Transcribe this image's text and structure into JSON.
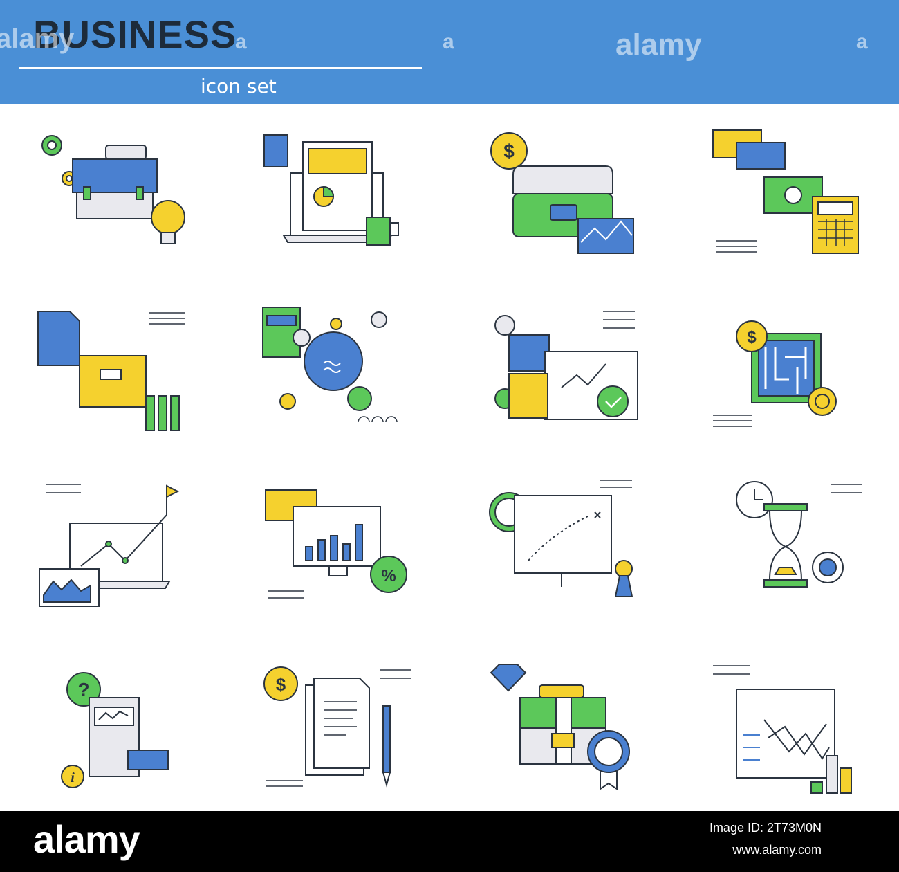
{
  "header": {
    "title": "BUSINESS",
    "subtitle": "icon set",
    "watermark": "alamy",
    "watermark_short": "a"
  },
  "colors": {
    "header_bg": "#4a8fd6",
    "outline": "#2b3440",
    "blue": "#4a80d0",
    "green": "#5cc85a",
    "yellow": "#f5d12e",
    "gray": "#e9e9ee"
  },
  "icons": [
    {
      "name": "briefcase-idea-icon"
    },
    {
      "name": "laptop-report-icon"
    },
    {
      "name": "money-portfolio-icon"
    },
    {
      "name": "cash-card-calculator-icon"
    },
    {
      "name": "documents-folder-icon"
    },
    {
      "name": "network-hub-icon"
    },
    {
      "name": "puzzle-strategy-icon"
    },
    {
      "name": "maze-coin-icon"
    },
    {
      "name": "growth-goal-icon"
    },
    {
      "name": "sales-monitor-icon"
    },
    {
      "name": "game-plan-icon"
    },
    {
      "name": "time-management-icon"
    },
    {
      "name": "faq-document-icon"
    },
    {
      "name": "contract-payment-icon"
    },
    {
      "name": "premium-case-icon"
    },
    {
      "name": "presentation-chart-icon"
    }
  ],
  "footer": {
    "logo": "alamy",
    "image_id": "Image ID: 2T73M0N",
    "url": "www.alamy.com"
  }
}
